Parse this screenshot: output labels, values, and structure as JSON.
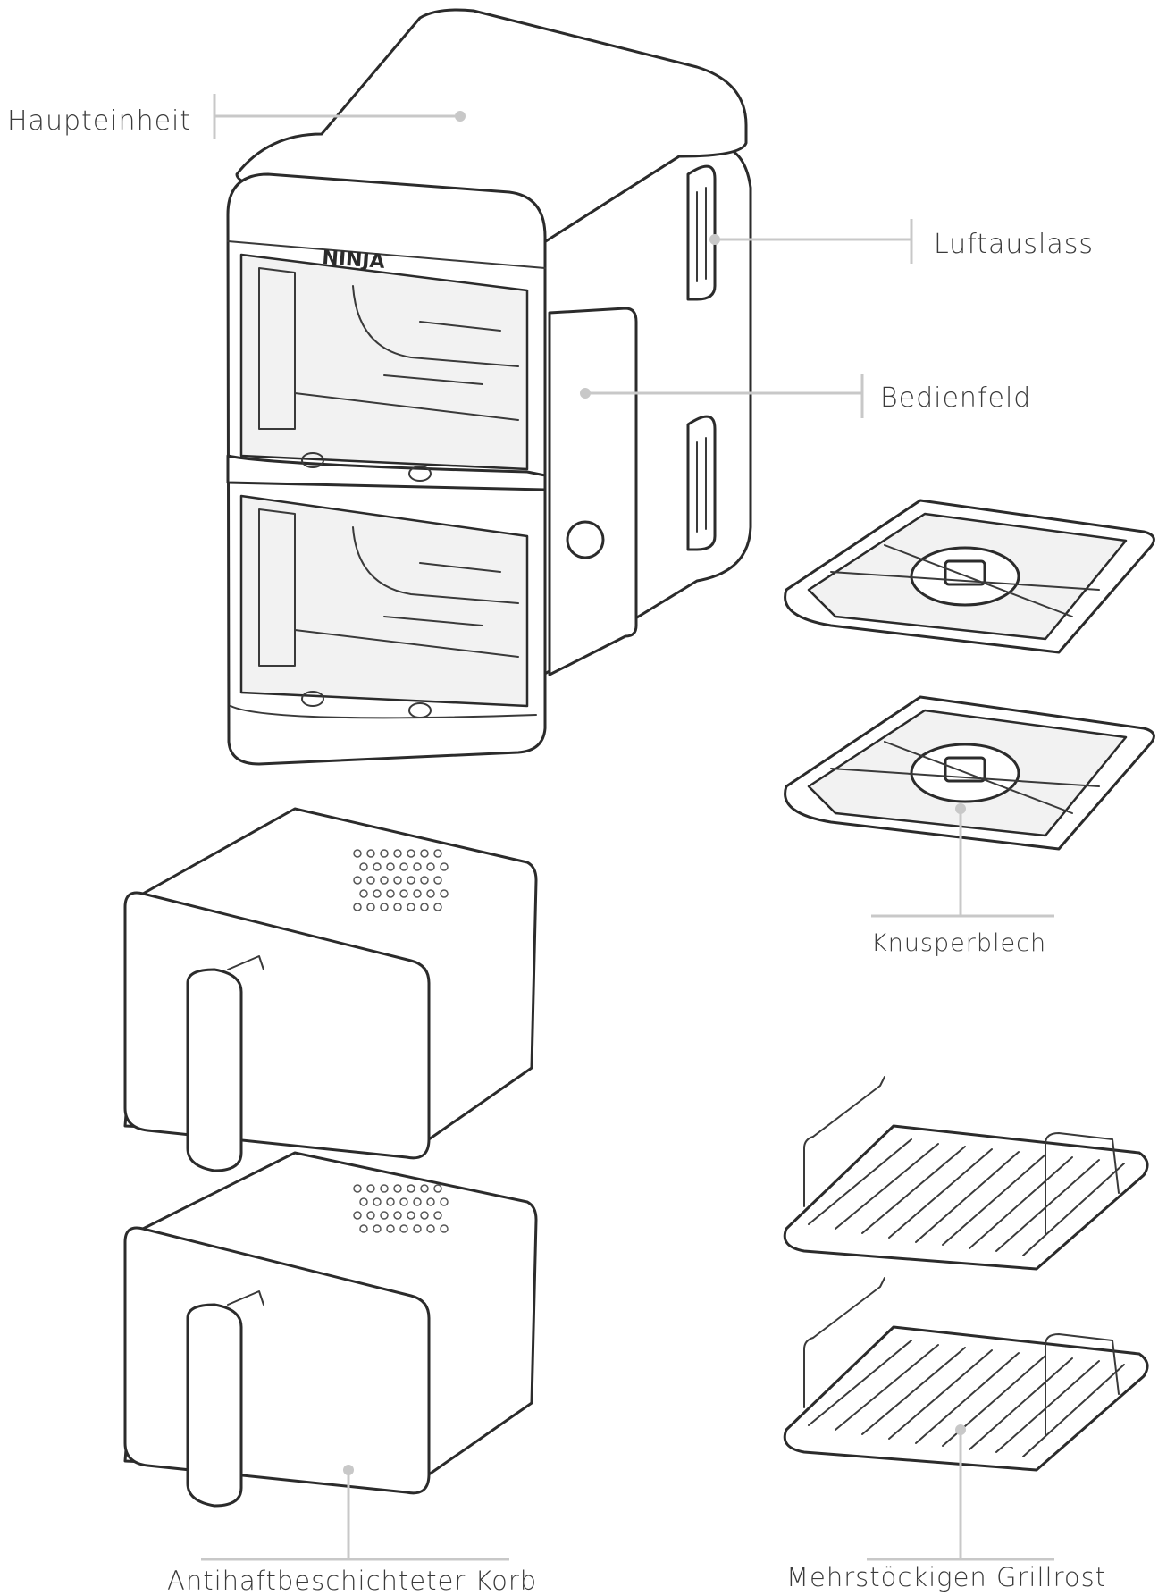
{
  "labels": {
    "main_unit": "Haupteinheit",
    "air_outlet": "Luftauslass",
    "control_panel": "Bedienfeld",
    "crisper_plate": "Knusperblech",
    "basket": "Antihaftbeschichteter Korb",
    "rack": "Mehrstöckigen Grillrost"
  },
  "brand": "NINJA",
  "colors": {
    "outline": "#2b2b2b",
    "leader": "#c8c8c8",
    "text": "#3a3a3a"
  }
}
